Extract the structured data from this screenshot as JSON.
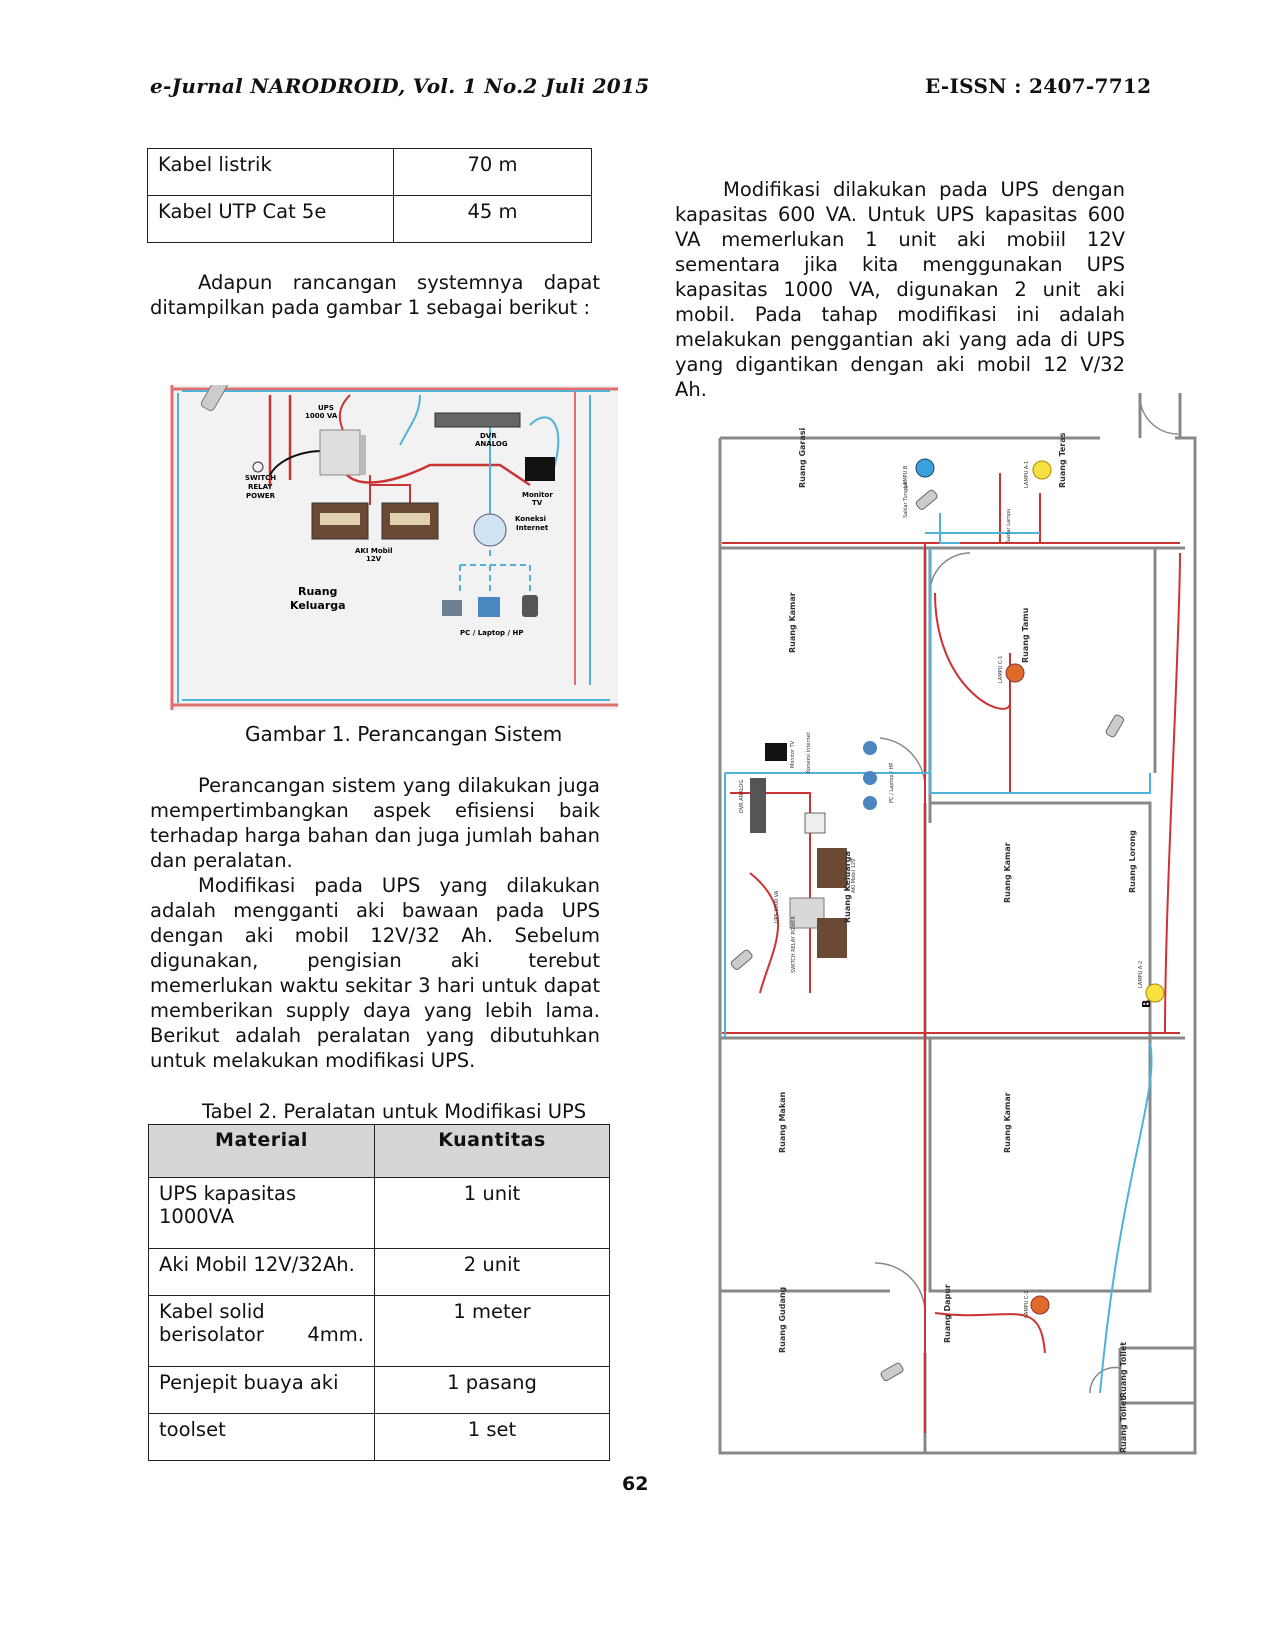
{
  "header": {
    "journal": "e-Jurnal NARODROID, Vol. 1 No.2 Juli 2015",
    "issn": "E-ISSN : 2407-7712"
  },
  "table1": {
    "rows": [
      [
        "Kabel listrik",
        "70 m"
      ],
      [
        "Kabel UTP Cat 5e",
        "45 m"
      ]
    ]
  },
  "left": {
    "intro": "Adapun rancangan systemnya dapat ditampilkan pada gambar 1 sebagai berikut :",
    "figure_caption": "Gambar 1. Perancangan Sistem",
    "para1": "Perancangan sistem yang dilakukan juga mempertimbangkan aspek efisiensi baik terhadap harga bahan dan juga jumlah bahan dan peralatan.",
    "para2": "Modifikasi pada UPS yang dilakukan adalah mengganti aki bawaan pada UPS dengan aki mobil 12V/32 Ah. Sebelum digunakan, pengisian aki terebut memerlukan waktu sekitar 3 hari untuk dapat memberikan supply daya yang lebih lama. Berikut adalah peralatan yang dibutuhkan untuk melakukan modifikasi UPS.",
    "table2_caption": "Tabel 2. Peralatan untuk Modifikasi UPS"
  },
  "table2": {
    "headers": [
      "Material",
      "Kuantitas"
    ],
    "rows": [
      [
        "UPS kapasitas 1000VA",
        "1 unit"
      ],
      [
        "Aki Mobil 12V/32Ah.",
        "2 unit"
      ],
      [
        "Kabel solid berisolator 4mm.",
        "1 meter"
      ],
      [
        "Penjepit buaya aki",
        "1 pasang"
      ],
      [
        "toolset",
        "1 set"
      ]
    ]
  },
  "right": {
    "para": "Modifikasi dilakukan pada UPS dengan kapasitas 600 VA. Untuk UPS kapasitas 600 VA memerlukan 1 unit aki mobiil 12V sementara jika kita menggunakan UPS kapasitas 1000 VA, digunakan 2 unit aki mobil. Pada tahap modifikasi ini adalah melakukan penggantian aki yang ada di UPS yang digantikan dengan aki mobil 12 V/32 Ah."
  },
  "figure1": {
    "labels": {
      "ups": "UPS",
      "ups_cap": "1000 VA",
      "dvr": "DVR",
      "dvr2": "ANALOG",
      "switch1": "SWITCH",
      "switch2": "RELAY",
      "switch3": "POWER",
      "monitor1": "Monitor",
      "monitor2": "TV",
      "koneksi1": "Koneksi",
      "koneksi2": "Internet",
      "aki1": "AKI Mobil",
      "aki2": "12V",
      "room1": "Ruang",
      "room2": "Keluarga",
      "devices": "PC / Laptop / HP"
    }
  },
  "floorplan": {
    "rooms": {
      "garasi": "Ruang Garasi",
      "teras": "Ruang Teras",
      "kamar1": "Ruang Kamar",
      "tamu": "Ruang Tamu",
      "keluarga": "Ruang Keluarga",
      "kamar2": "Ruang Kamar",
      "lorong": "Ruang Lorong",
      "makan": "Ruang Makan",
      "kamar3": "Ruang Kamar",
      "gudang": "Ruang Gudang",
      "dapur": "Ruang Dapur",
      "toilet1": "Ruang Toilet",
      "toilet2": "Ruang Toilet"
    },
    "lamps": {
      "b": "LAMPU B",
      "a1": "LAMPU A-1",
      "c1": "LAMPU C-1",
      "a2": "LAMPU A-2",
      "c2": "LAMPU C-2",
      "b_letter": "B"
    },
    "small": {
      "saklar": "Saklar Tunggal",
      "saklar2": "Saklar Lampu",
      "ups": "UPS 1000 VA",
      "dvr": "DVR ANALOG",
      "monitor": "Monitor TV",
      "koneksi": "Koneksi Internet",
      "pc": "PC / Laptop / HP",
      "aki": "AKI Mobil 12V",
      "switch": "SWITCH RELAY POWER"
    }
  },
  "page_number": "62"
}
